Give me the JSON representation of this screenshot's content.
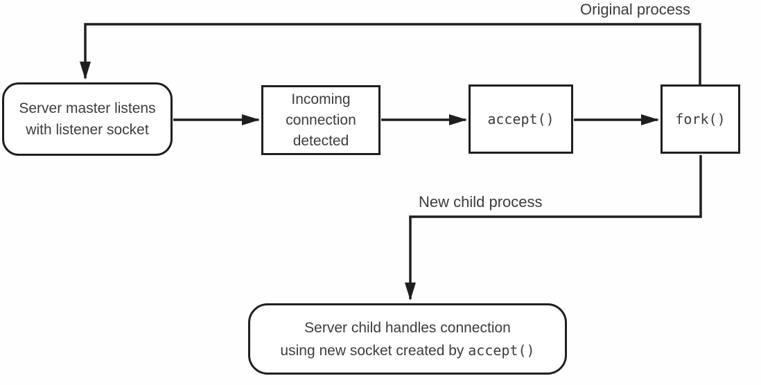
{
  "nodes": {
    "server_master": {
      "line1": "Server master listens",
      "line2": "with listener socket"
    },
    "incoming_connection": {
      "line1": "Incoming",
      "line2": "connection",
      "line3": "detected"
    },
    "accept_call": {
      "label": "accept()"
    },
    "fork_call": {
      "label": "fork()"
    },
    "server_child": {
      "line1": "Server child handles connection",
      "line2_text": "using new socket created by",
      "line2_code": "accept()"
    }
  },
  "edge_labels": {
    "original_process": "Original process",
    "new_child_process": "New child process"
  },
  "colors": {
    "line": "#1f1f1f",
    "text": "#3c3c3c",
    "background": "#fefefe"
  }
}
